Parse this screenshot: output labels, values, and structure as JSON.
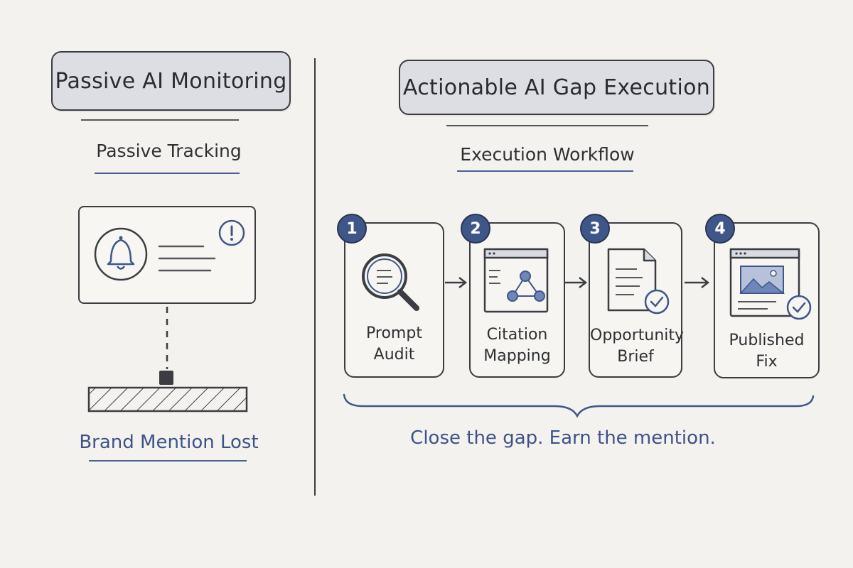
{
  "left": {
    "header": "Passive AI Monitoring",
    "subtitle": "Passive Tracking",
    "result_label": "Brand Mention Lost"
  },
  "right": {
    "header": "Actionable AI Gap Execution",
    "subtitle": "Execution Workflow",
    "steps": [
      {
        "number": "1",
        "line1": "Prompt",
        "line2": "Audit",
        "icon": "magnifier-icon"
      },
      {
        "number": "2",
        "line1": "Citation",
        "line2": "Mapping",
        "icon": "network-window-icon"
      },
      {
        "number": "3",
        "line1": "Opportunity",
        "line2": "Brief",
        "icon": "document-check-icon"
      },
      {
        "number": "4",
        "line1": "Published",
        "line2": "Fix",
        "icon": "published-page-icon"
      }
    ],
    "tagline": "Close the gap. Earn the mention."
  },
  "colors": {
    "accent_blue": "#3f5688",
    "ink": "#3b3d42",
    "header_fill": "#dcdee3",
    "background": "#f4f2ee"
  }
}
